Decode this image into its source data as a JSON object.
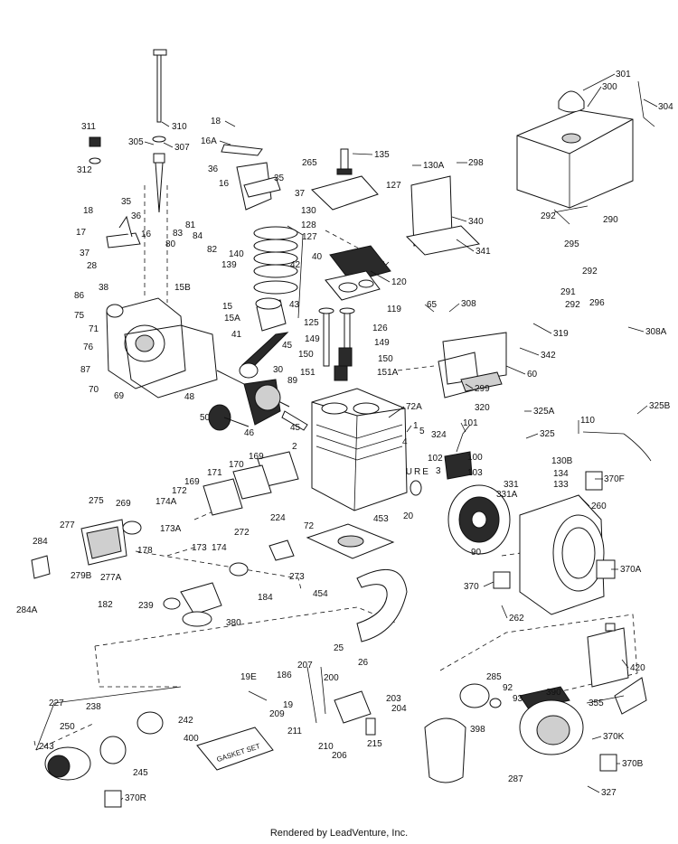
{
  "footer": "Rendered by LeadVenture, Inc.",
  "gasket_set_text": "GASKET SET",
  "watermark": "LEADVENTURE",
  "callouts": [
    {
      "id": "c301",
      "text": "301"
    },
    {
      "id": "c300",
      "text": "300"
    },
    {
      "id": "c304",
      "text": "304"
    },
    {
      "id": "c311",
      "text": "311"
    },
    {
      "id": "c310",
      "text": "310"
    },
    {
      "id": "c305",
      "text": "305"
    },
    {
      "id": "c307",
      "text": "307"
    },
    {
      "id": "c312",
      "text": "312"
    },
    {
      "id": "c18a",
      "text": "18"
    },
    {
      "id": "c16A",
      "text": "16A"
    },
    {
      "id": "c36a",
      "text": "36"
    },
    {
      "id": "c16a",
      "text": "16"
    },
    {
      "id": "c35a",
      "text": "35"
    },
    {
      "id": "c37a",
      "text": "37"
    },
    {
      "id": "c265",
      "text": "265"
    },
    {
      "id": "c135",
      "text": "135"
    },
    {
      "id": "c130A",
      "text": "130A"
    },
    {
      "id": "c298",
      "text": "298"
    },
    {
      "id": "c127a",
      "text": "127"
    },
    {
      "id": "c292a",
      "text": "292"
    },
    {
      "id": "c290",
      "text": "290"
    },
    {
      "id": "c18b",
      "text": "18"
    },
    {
      "id": "c35b",
      "text": "35"
    },
    {
      "id": "c36b",
      "text": "36"
    },
    {
      "id": "c17",
      "text": "17"
    },
    {
      "id": "c16b",
      "text": "16"
    },
    {
      "id": "c37b",
      "text": "37"
    },
    {
      "id": "c28",
      "text": "28"
    },
    {
      "id": "c130",
      "text": "130"
    },
    {
      "id": "c128",
      "text": "128"
    },
    {
      "id": "c127b",
      "text": "127"
    },
    {
      "id": "c340",
      "text": "340"
    },
    {
      "id": "c341",
      "text": "341"
    },
    {
      "id": "c295",
      "text": "295"
    },
    {
      "id": "c292b",
      "text": "292"
    },
    {
      "id": "c291",
      "text": "291"
    },
    {
      "id": "c292c",
      "text": "292"
    },
    {
      "id": "c296",
      "text": "296"
    },
    {
      "id": "c80",
      "text": "80"
    },
    {
      "id": "c83",
      "text": "83"
    },
    {
      "id": "c81",
      "text": "81"
    },
    {
      "id": "c84",
      "text": "84"
    },
    {
      "id": "c82",
      "text": "82"
    },
    {
      "id": "c140",
      "text": "140"
    },
    {
      "id": "c139",
      "text": "139"
    },
    {
      "id": "c42",
      "text": "42"
    },
    {
      "id": "c40",
      "text": "40"
    },
    {
      "id": "c120",
      "text": "120"
    },
    {
      "id": "c86",
      "text": "86"
    },
    {
      "id": "c38",
      "text": "38"
    },
    {
      "id": "c15B",
      "text": "15B"
    },
    {
      "id": "c15",
      "text": "15"
    },
    {
      "id": "c15A",
      "text": "15A"
    },
    {
      "id": "c43",
      "text": "43"
    },
    {
      "id": "c119",
      "text": "119"
    },
    {
      "id": "c65",
      "text": "65"
    },
    {
      "id": "c308",
      "text": "308"
    },
    {
      "id": "c75",
      "text": "75"
    },
    {
      "id": "c71",
      "text": "71"
    },
    {
      "id": "c41",
      "text": "41"
    },
    {
      "id": "c125",
      "text": "125"
    },
    {
      "id": "c126",
      "text": "126"
    },
    {
      "id": "c319",
      "text": "319"
    },
    {
      "id": "c308A",
      "text": "308A"
    },
    {
      "id": "c76",
      "text": "76"
    },
    {
      "id": "c45a",
      "text": "45"
    },
    {
      "id": "c149a",
      "text": "149"
    },
    {
      "id": "c149b",
      "text": "149"
    },
    {
      "id": "c342",
      "text": "342"
    },
    {
      "id": "c87",
      "text": "87"
    },
    {
      "id": "c150a",
      "text": "150"
    },
    {
      "id": "c150b",
      "text": "150"
    },
    {
      "id": "c70",
      "text": "70"
    },
    {
      "id": "c30",
      "text": "30"
    },
    {
      "id": "c151",
      "text": "151"
    },
    {
      "id": "c151A",
      "text": "151A"
    },
    {
      "id": "c299",
      "text": "299"
    },
    {
      "id": "c60",
      "text": "60"
    },
    {
      "id": "c69",
      "text": "69"
    },
    {
      "id": "c89",
      "text": "89"
    },
    {
      "id": "c48",
      "text": "48"
    },
    {
      "id": "c72A",
      "text": "72A"
    },
    {
      "id": "c320",
      "text": "320"
    },
    {
      "id": "c325A",
      "text": "325A"
    },
    {
      "id": "c325B",
      "text": "325B"
    },
    {
      "id": "c1",
      "text": "1"
    },
    {
      "id": "c50",
      "text": "50"
    },
    {
      "id": "c45b",
      "text": "45"
    },
    {
      "id": "c46",
      "text": "46"
    },
    {
      "id": "c5",
      "text": "5"
    },
    {
      "id": "c101",
      "text": "101"
    },
    {
      "id": "c110",
      "text": "110"
    },
    {
      "id": "c325",
      "text": "325"
    },
    {
      "id": "c324",
      "text": "324"
    },
    {
      "id": "c4",
      "text": "4"
    },
    {
      "id": "c2",
      "text": "2"
    },
    {
      "id": "c169a",
      "text": "169"
    },
    {
      "id": "c102",
      "text": "102"
    },
    {
      "id": "c100",
      "text": "100"
    },
    {
      "id": "c130B",
      "text": "130B"
    },
    {
      "id": "c171",
      "text": "171"
    },
    {
      "id": "c170",
      "text": "170"
    },
    {
      "id": "c3",
      "text": "3"
    },
    {
      "id": "c103",
      "text": "103"
    },
    {
      "id": "c134",
      "text": "134"
    },
    {
      "id": "c370F",
      "text": "370F"
    },
    {
      "id": "c169b",
      "text": "169"
    },
    {
      "id": "c331",
      "text": "331"
    },
    {
      "id": "c133",
      "text": "133"
    },
    {
      "id": "c172",
      "text": "172"
    },
    {
      "id": "c331A",
      "text": "331A"
    },
    {
      "id": "c275",
      "text": "275"
    },
    {
      "id": "c269",
      "text": "269"
    },
    {
      "id": "c174A",
      "text": "174A"
    },
    {
      "id": "c260",
      "text": "260"
    },
    {
      "id": "c72",
      "text": "72"
    },
    {
      "id": "c20",
      "text": "20"
    },
    {
      "id": "c224",
      "text": "224"
    },
    {
      "id": "c453",
      "text": "453"
    },
    {
      "id": "c277",
      "text": "277"
    },
    {
      "id": "c173A",
      "text": "173A"
    },
    {
      "id": "c272",
      "text": "272"
    },
    {
      "id": "c284",
      "text": "284"
    },
    {
      "id": "c173",
      "text": "173"
    },
    {
      "id": "c174",
      "text": "174"
    },
    {
      "id": "c90",
      "text": "90"
    },
    {
      "id": "c178",
      "text": "178"
    },
    {
      "id": "c279B",
      "text": "279B"
    },
    {
      "id": "c277A",
      "text": "277A"
    },
    {
      "id": "c273",
      "text": "273"
    },
    {
      "id": "c370A",
      "text": "370A"
    },
    {
      "id": "c370",
      "text": "370"
    },
    {
      "id": "c284A",
      "text": "284A"
    },
    {
      "id": "c184",
      "text": "184"
    },
    {
      "id": "c454",
      "text": "454"
    },
    {
      "id": "c182",
      "text": "182"
    },
    {
      "id": "c262",
      "text": "262"
    },
    {
      "id": "c239",
      "text": "239"
    },
    {
      "id": "c380",
      "text": "380"
    },
    {
      "id": "c25",
      "text": "25"
    },
    {
      "id": "c26",
      "text": "26"
    },
    {
      "id": "c420",
      "text": "420"
    },
    {
      "id": "c207",
      "text": "207"
    },
    {
      "id": "c186",
      "text": "186"
    },
    {
      "id": "c200",
      "text": "200"
    },
    {
      "id": "c285",
      "text": "285"
    },
    {
      "id": "c19E",
      "text": "19E"
    },
    {
      "id": "c92",
      "text": "92"
    },
    {
      "id": "c390",
      "text": "390"
    },
    {
      "id": "c93",
      "text": "93"
    },
    {
      "id": "c355",
      "text": "355"
    },
    {
      "id": "c227",
      "text": "227"
    },
    {
      "id": "c238",
      "text": "238"
    },
    {
      "id": "c19",
      "text": "19"
    },
    {
      "id": "c203",
      "text": "203"
    },
    {
      "id": "c204",
      "text": "204"
    },
    {
      "id": "c242",
      "text": "242"
    },
    {
      "id": "c209",
      "text": "209"
    },
    {
      "id": "c250",
      "text": "250"
    },
    {
      "id": "c211",
      "text": "211"
    },
    {
      "id": "c215",
      "text": "215"
    },
    {
      "id": "c398",
      "text": "398"
    },
    {
      "id": "c370K",
      "text": "370K"
    },
    {
      "id": "c400",
      "text": "400"
    },
    {
      "id": "c210",
      "text": "210"
    },
    {
      "id": "c206",
      "text": "206"
    },
    {
      "id": "c243",
      "text": "243"
    },
    {
      "id": "c245",
      "text": "245"
    },
    {
      "id": "c287",
      "text": "287"
    },
    {
      "id": "c370B",
      "text": "370B"
    },
    {
      "id": "c327",
      "text": "327"
    },
    {
      "id": "c370R",
      "text": "370R"
    }
  ]
}
